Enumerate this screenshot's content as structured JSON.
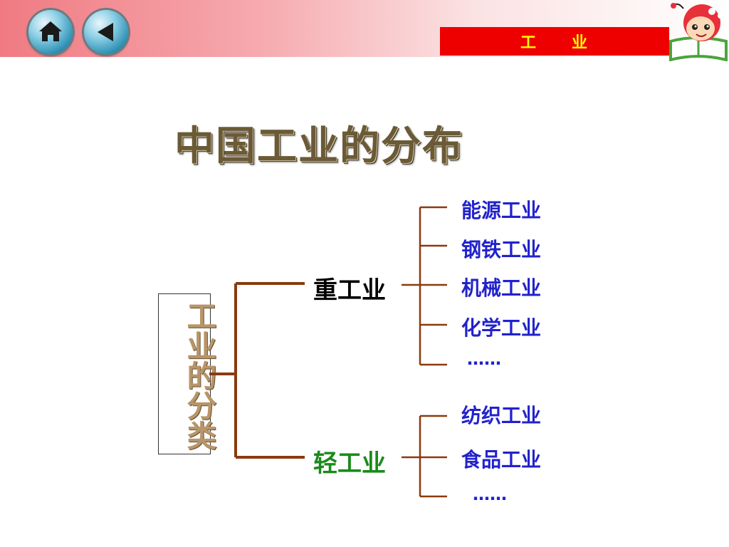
{
  "header": {
    "title": "工　　业"
  },
  "main": {
    "title": "中国工业的分布",
    "root": "工业的分类",
    "heavy": {
      "label": "重工业",
      "items": [
        "能源工业",
        "钢铁工业",
        "机械工业",
        "化学工业",
        "……"
      ]
    },
    "light": {
      "label": "轻工业",
      "items": [
        "纺织工业",
        "食品工业",
        "……"
      ]
    }
  },
  "colors": {
    "header_bar": "#ee0000",
    "header_text": "#ffff00",
    "leaf_text": "#2222cc",
    "light_text": "#1a8a1a",
    "connector": "#8a3a0e"
  },
  "icons": [
    "home-icon",
    "back-arrow-icon"
  ]
}
